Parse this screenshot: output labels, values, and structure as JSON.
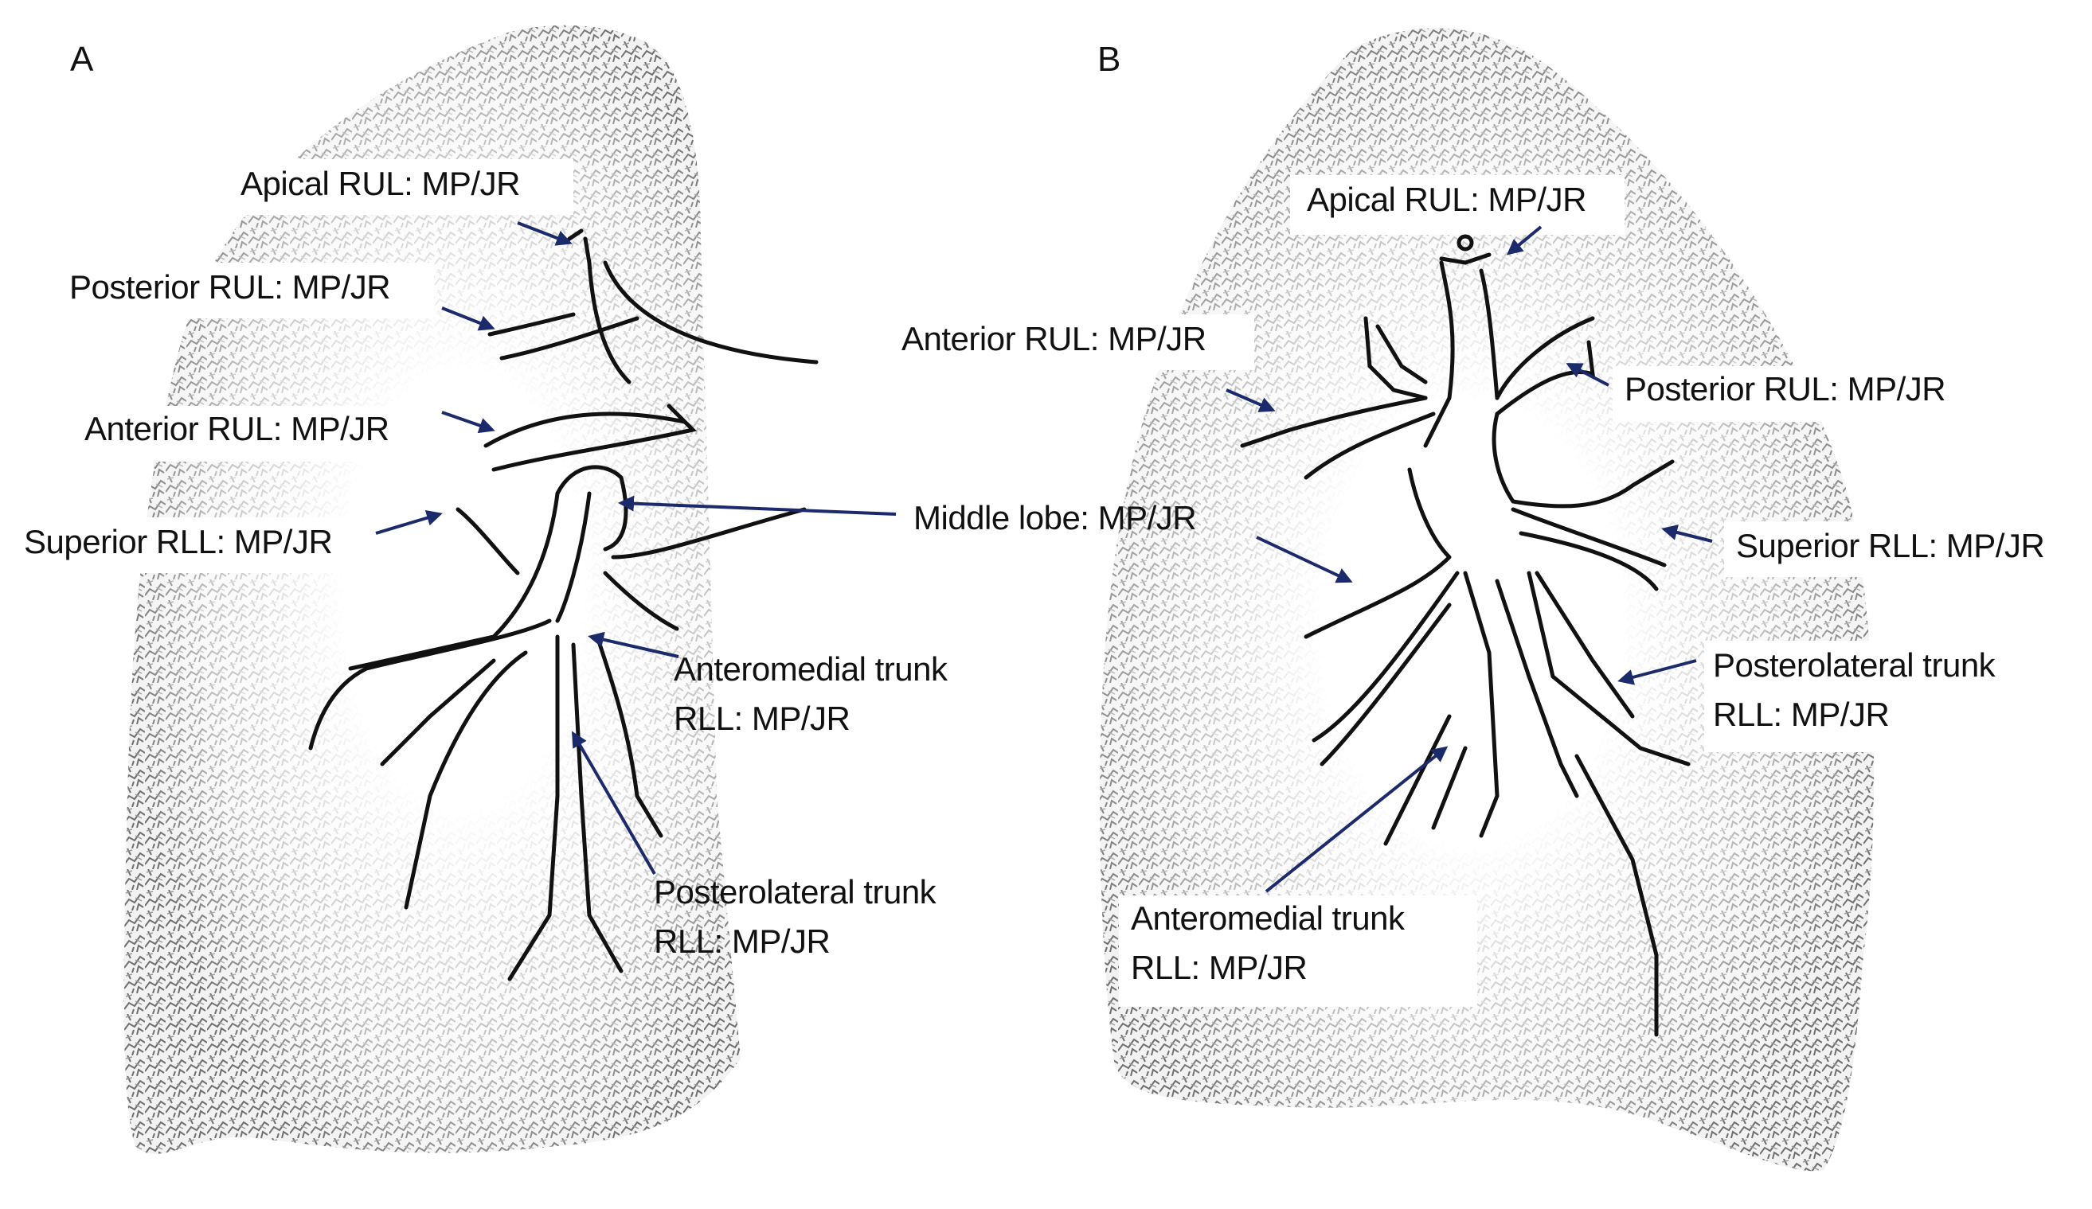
{
  "figure": {
    "panels": [
      {
        "id": "A",
        "letter": "A",
        "labels": {
          "apical_rul": "Apical RUL: MP/JR",
          "posterior_rul": "Posterior RUL: MP/JR",
          "anterior_rul": "Anterior RUL: MP/JR",
          "superior_rll": "Superior RLL: MP/JR",
          "middle_lobe": "Middle lobe: MP/JR",
          "anteromedial_line1": "Anteromedial trunk",
          "anteromedial_line2": "RLL: MP/JR",
          "posterolateral_line1": "Posterolateral trunk",
          "posterolateral_line2": "RLL: MP/JR"
        }
      },
      {
        "id": "B",
        "letter": "B",
        "labels": {
          "apical_rul": "Apical RUL: MP/JR",
          "anterior_rul": "Anterior RUL: MP/JR",
          "posterior_rul": "Posterior RUL: MP/JR",
          "superior_rll": "Superior RLL: MP/JR",
          "posterolateral_line1": "Posterolateral trunk",
          "posterolateral_line2": "RLL: MP/JR",
          "anteromedial_line1": "Anteromedial trunk",
          "anteromedial_line2": "RLL: MP/JR"
        }
      }
    ],
    "colors": {
      "arrow": "#1b2a6b",
      "ink": "#111111",
      "parenchyma": "#9a9a9a"
    }
  }
}
